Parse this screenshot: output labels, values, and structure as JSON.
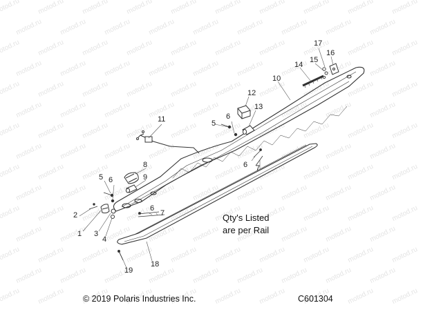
{
  "watermark": {
    "text": "motod.ru"
  },
  "callouts": [
    "1",
    "2",
    "3",
    "4",
    "5",
    "6",
    "6",
    "5",
    "6",
    "7",
    "8",
    "9",
    "10",
    "11",
    "12",
    "13",
    "14",
    "15",
    "16",
    "17",
    "18",
    "19",
    "6",
    "7"
  ],
  "note": {
    "line1": "Qty's Listed",
    "line2": "are per Rail"
  },
  "footer": {
    "copyright": "© 2019 Polaris Industries Inc.",
    "figure_code": "C601304"
  }
}
